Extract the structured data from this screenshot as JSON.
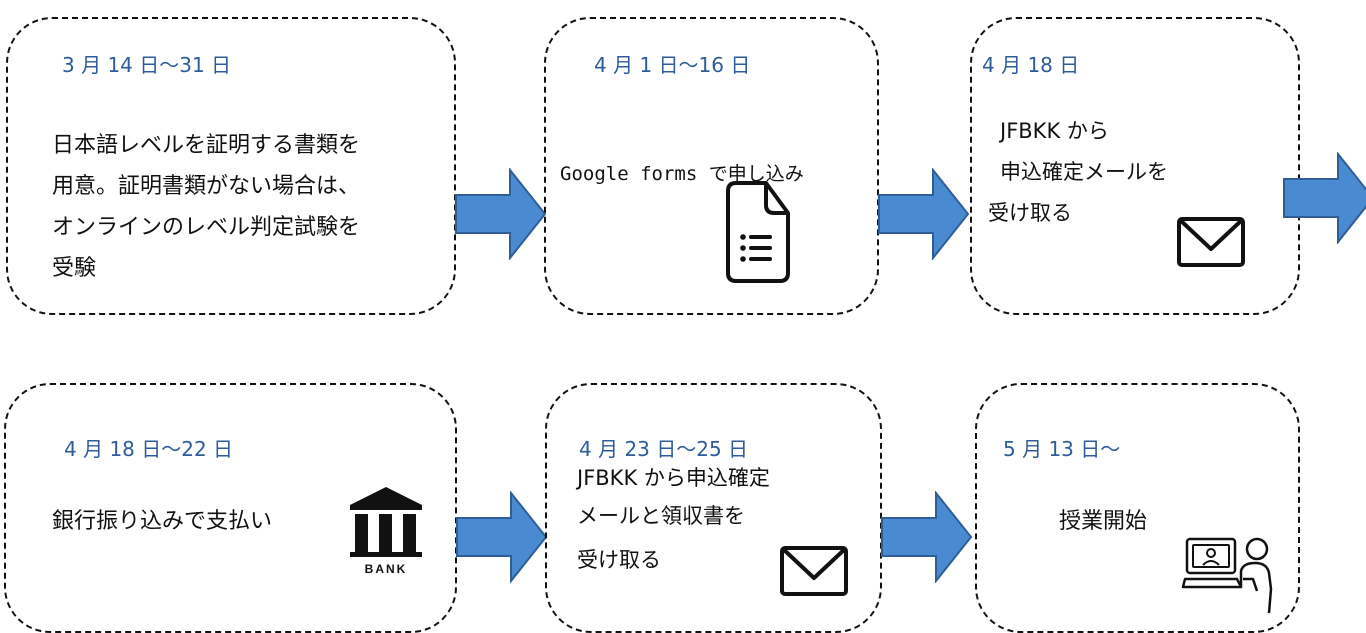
{
  "steps": [
    {
      "date": "3 月 14 日〜31 日",
      "lines": [
        "日本語レベルを証明する書類を",
        "用意。証明書類がない場合は、",
        "オンラインのレベル判定試験を",
        "受験"
      ],
      "icon": null
    },
    {
      "date": "4 月 1 日〜16 日",
      "lines": [
        "Google forms で申し込み"
      ],
      "icon": "form-document-icon"
    },
    {
      "date": "4 月 18 日",
      "lines": [
        "JFBKK から",
        "申込確定メールを",
        "受け取る"
      ],
      "icon": "mail-envelope-icon"
    },
    {
      "date": "4 月 18 日〜22 日",
      "lines": [
        "銀行振り込みで支払い"
      ],
      "icon": "bank-icon",
      "icon_label": "BANK"
    },
    {
      "date": "4 月 23 日〜25 日",
      "lines": [
        "JFBKK から申込確定",
        "メールと領収書を",
        "受け取る"
      ],
      "icon": "mail-envelope-icon"
    },
    {
      "date": "5 月 13 日〜",
      "lines": [
        "授業開始"
      ],
      "icon": "online-class-icon"
    }
  ],
  "colors": {
    "date_text": "#2E5C9A",
    "arrow_fill": "#4A8AD0",
    "arrow_stroke": "#2F5E96",
    "border": "#111111"
  }
}
